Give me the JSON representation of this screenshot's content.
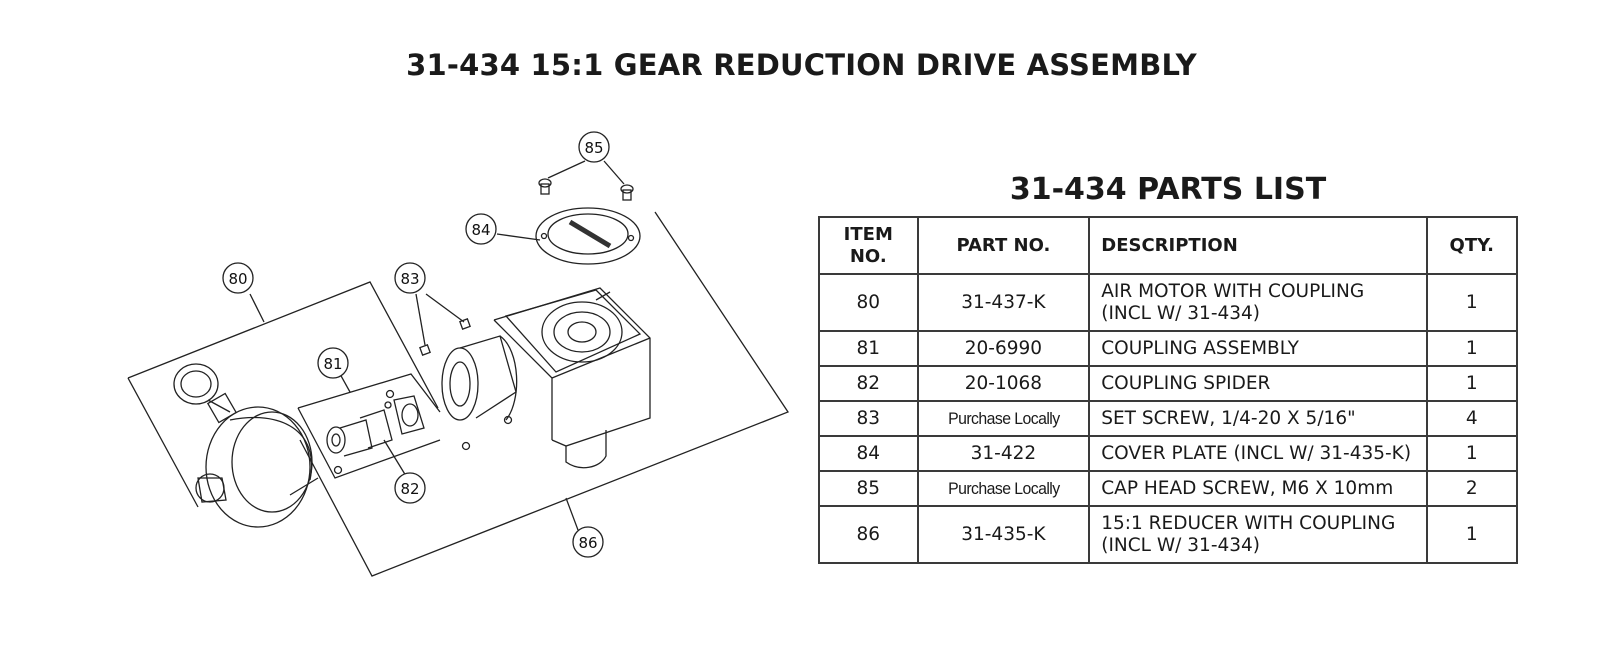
{
  "title": "31-434 15:1 GEAR REDUCTION DRIVE ASSEMBLY",
  "parts_list": {
    "title": "31-434 PARTS LIST",
    "headers": {
      "item": "ITEM\nNO.",
      "part": "PART NO.",
      "desc": "DESCRIPTION",
      "qty": "QTY."
    },
    "rows": [
      {
        "item": "80",
        "part": "31-437-K",
        "desc": "AIR MOTOR WITH COUPLING\n(INCL W/ 31-434)",
        "qty": "1"
      },
      {
        "item": "81",
        "part": "20-6990",
        "desc": "COUPLING ASSEMBLY",
        "qty": "1"
      },
      {
        "item": "82",
        "part": "20-1068",
        "desc": "COUPLING SPIDER",
        "qty": "1"
      },
      {
        "item": "83",
        "part": "Purchase Locally",
        "desc": "SET SCREW, 1/4-20 X 5/16\"",
        "qty": "4"
      },
      {
        "item": "84",
        "part": "31-422",
        "desc": "COVER PLATE (INCL W/ 31-435-K)",
        "qty": "1"
      },
      {
        "item": "85",
        "part": "Purchase Locally",
        "desc": "CAP HEAD SCREW, M6 X 10mm",
        "qty": "2"
      },
      {
        "item": "86",
        "part": "31-435-K",
        "desc": "15:1 REDUCER WITH COUPLING\n(INCL W/ 31-434)",
        "qty": "1"
      }
    ]
  },
  "diagram": {
    "balloons": [
      "80",
      "81",
      "82",
      "83",
      "84",
      "85",
      "86"
    ]
  }
}
